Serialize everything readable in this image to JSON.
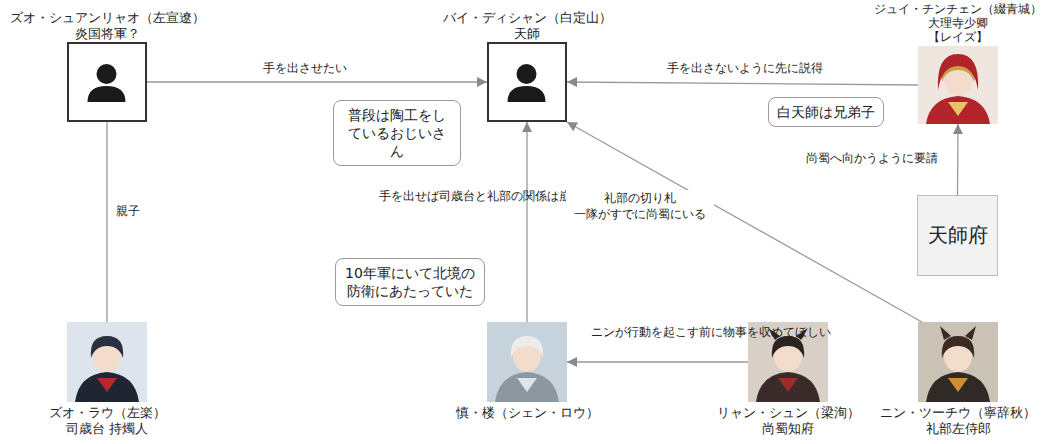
{
  "diagram": {
    "nodes": [
      {
        "text": [
          "ズオ・シュアンリャオ（左宣遼）",
          "炎国将軍？"
        ]
      },
      {
        "text": [
          "バイ・ディシャン（白定山）",
          "天師"
        ]
      },
      {
        "text": [
          "普段は陶工をしているおじいさん"
        ]
      },
      {
        "text": [
          "ジュイ・チンチェン（綴青城）",
          "大理寺少卿",
          "【レイズ】"
        ]
      },
      {
        "text": [
          "白天師は兄弟子"
        ]
      },
      {
        "text": [
          "天師府"
        ]
      },
      {
        "text": [
          "10年軍にいて北境の防衛にあたっていた"
        ]
      },
      {
        "text": [
          "ズオ・ラウ（左楽）",
          "司歳台 持燭人"
        ]
      },
      {
        "text": [
          "慎・楼（シェン・ロウ）"
        ]
      },
      {
        "text": [
          "リャン・シュン（梁洵）",
          "尚蜀知府"
        ]
      },
      {
        "text": [
          "ニン・ツーチウ（寧辞秋）",
          "礼部左侍郎"
        ]
      }
    ],
    "edges": [
      {
        "from": 0,
        "to": 1,
        "label": "手を出させたい",
        "arrow": "to"
      },
      {
        "from": 3,
        "to": 1,
        "label": "手を出さないように先に説得",
        "arrow": "to"
      },
      {
        "from": 5,
        "to": 3,
        "label": "尚蜀へ向かうように要請",
        "arrow": "to"
      },
      {
        "from": 0,
        "to": 7,
        "label": "親子",
        "arrow": "none"
      },
      {
        "from": 8,
        "to": 1,
        "label": "手を出せば司歳台と礼部の関係は崩壊する",
        "arrow": "to"
      },
      {
        "from": 10,
        "to": 1,
        "label": "礼部の切り札 一隊がすでに尚蜀にいる",
        "arrow": "to"
      },
      {
        "from": 9,
        "to": 8,
        "label": "ニンが行動を起こす前に物事を収めてほしい",
        "arrow": "to"
      }
    ]
  }
}
